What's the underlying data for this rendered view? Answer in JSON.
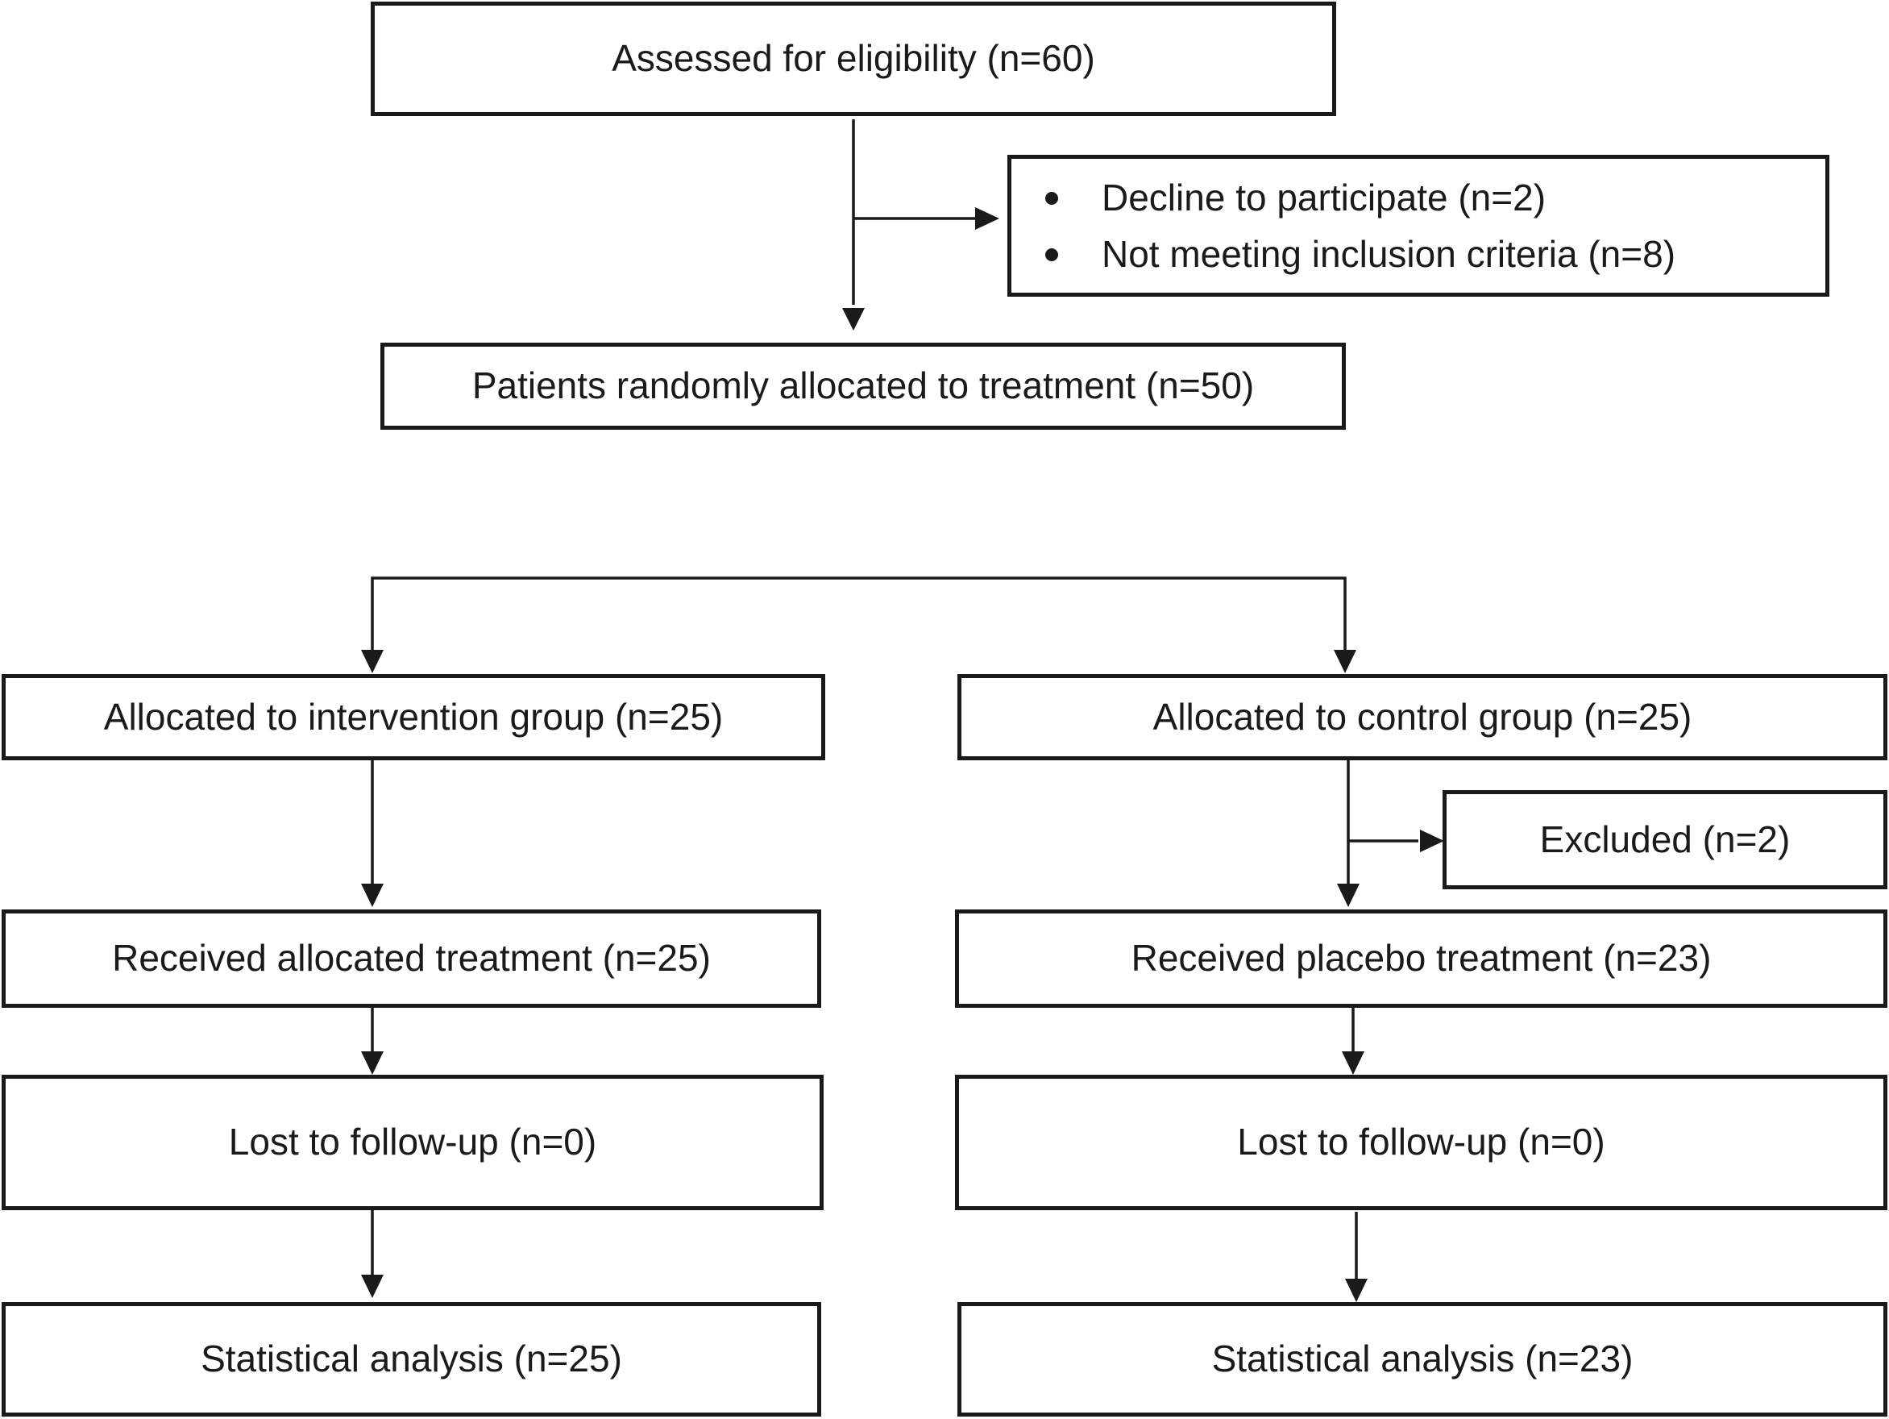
{
  "flowchart": {
    "assessed": "Assessed for eligibility (n=60)",
    "excluded_reasons": [
      "Decline to participate (n=2)",
      "Not meeting inclusion criteria (n=8)"
    ],
    "randomized": "Patients randomly allocated to treatment  (n=50)",
    "intervention_arm": {
      "allocated": "Allocated to intervention group (n=25)",
      "received": "Received allocated treatment  (n=25)",
      "lost": "Lost to follow-up (n=0)",
      "analysis": "Statistical analysis  (n=25)"
    },
    "control_arm": {
      "allocated": "Allocated to control group (n=25)",
      "excluded": "Excluded (n=2)",
      "received": "Received placebo treatment (n=23)",
      "lost": "Lost to follow-up (n=0)",
      "analysis": "Statistical analysis  (n=23)"
    }
  }
}
